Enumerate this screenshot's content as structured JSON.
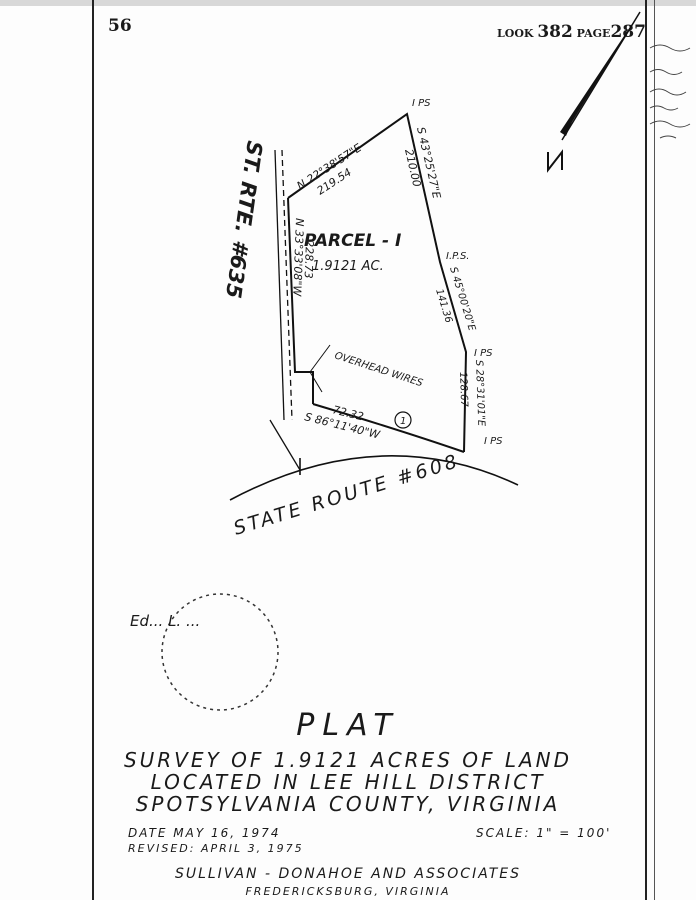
{
  "header": {
    "page_number": "56",
    "book_label": "LOOK",
    "book_number": "382",
    "page_label": "PAGE",
    "page_value": "287"
  },
  "plat_drawing": {
    "parcel_name": "PARCEL - I",
    "parcel_area": "1.9121 AC.",
    "road_west": "ST. RTE. #635",
    "road_south": "STATE ROUTE #608",
    "north_arrow_label": "N",
    "pin_labels": [
      "I PS",
      "I.P.S.",
      "I PS",
      "I PS"
    ],
    "courses": {
      "north_bearing": "N 22°38'57\"E",
      "north_distance": "219.54",
      "ne_bearing": "S 43°25'27\"E",
      "ne_distance": "210.00",
      "east_bearing_1": "S 45°00'20\"E",
      "east_distance_1": "141.36",
      "east_bearing_2": "S 28°31'01\"E",
      "east_distance_2": "128.67",
      "west_bearing": "N 33°33'08\"W",
      "west_distance": "228.73",
      "south_bearing": "S 86°11'40\"W",
      "south_distance": "72.32"
    },
    "curve_label": "1",
    "annotation": "OVERHEAD WIRES",
    "signature_text": "Ed... L. ..."
  },
  "title_block": {
    "heading": "PLAT",
    "line1": "SURVEY OF 1.9121 ACRES OF LAND",
    "line2": "LOCATED IN LEE HILL DISTRICT",
    "line3": "SPOTSYLVANIA COUNTY, VIRGINIA",
    "date": "DATE MAY 16, 1974",
    "revised": "REVISED: APRIL 3, 1975",
    "scale": "SCALE: 1\" = 100'",
    "firm": "SULLIVAN - DONAHOE AND ASSOCIATES",
    "city": "FREDERICKSBURG, VIRGINIA"
  }
}
